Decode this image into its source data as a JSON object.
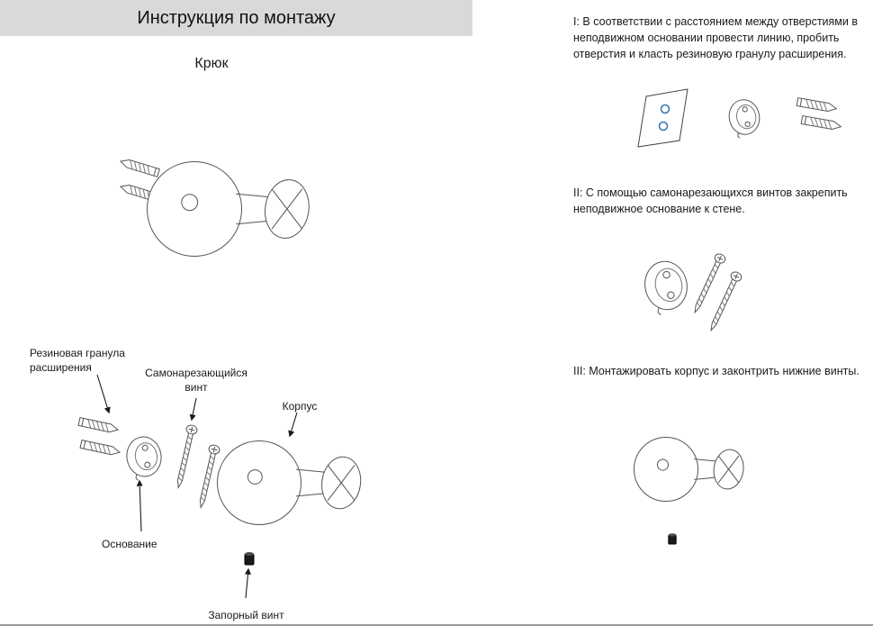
{
  "page": {
    "title": "Инструкция по монтажу",
    "subtitle": "Крюк"
  },
  "steps": [
    {
      "text": "I: В соответствии с расстоянием между отверстиями в неподвижном основании провести линию, пробить отверстия и класть резиновую гранулу расширения."
    },
    {
      "text": "II: С помощью самонарезающихся винтов закрепить неподвижное основание к стене."
    },
    {
      "text": "III: Монтажировать корпус и законтрить нижние винты."
    }
  ],
  "exploded_labels": {
    "rubber_plug": "Резиновая гранула расширения",
    "self_tapping_screw": "Самонарезающийся винт",
    "body": "Корпус",
    "base": "Основание",
    "locking_screw": "Запорный винт"
  },
  "colors": {
    "header_bg": "#d9d9d9",
    "drawing_line": "#555555",
    "hole_accent": "#2e75b6",
    "divider": "#9a9a9a"
  }
}
